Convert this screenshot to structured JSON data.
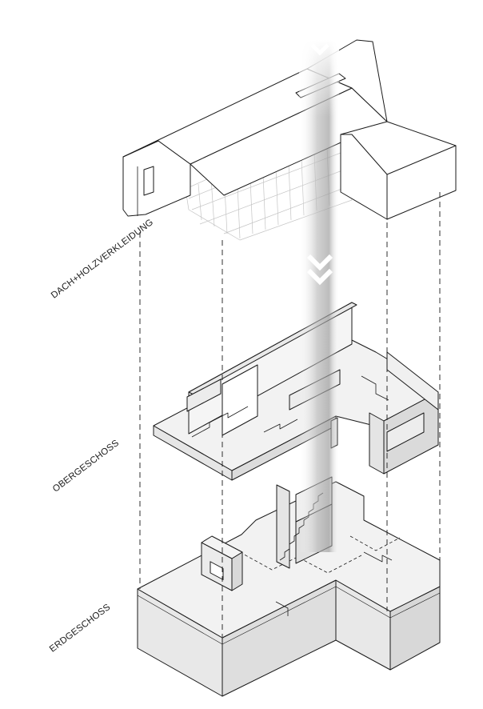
{
  "labels": {
    "roof": "DACH+HOLZVERKLEIDUNG",
    "upper_floor": "OBERGESCHOSS",
    "ground_floor": "ERDGESCHOSS"
  },
  "colors": {
    "line": "#1a1a1a",
    "slab_top": "#f1f1f1",
    "slab_side_light": "#e7e7e7",
    "slab_side_dark": "#d6d6d6",
    "shaft_dark": "#b0b0b0",
    "shaft_light": "#ffffff",
    "timber_grid": "#c6c6c6"
  }
}
